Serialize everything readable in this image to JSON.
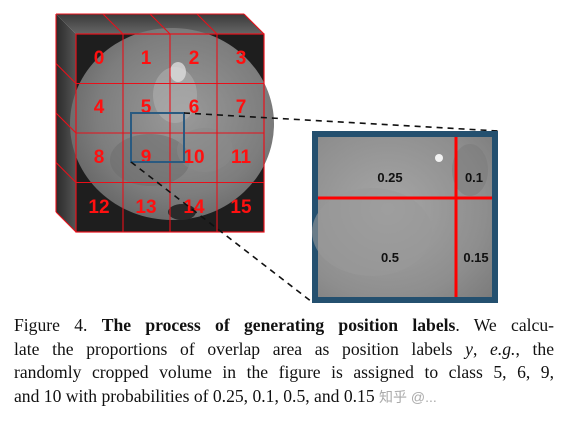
{
  "figure": {
    "grid_numbers": [
      "0",
      "1",
      "2",
      "3",
      "4",
      "5",
      "6",
      "7",
      "8",
      "9",
      "10",
      "11",
      "12",
      "13",
      "14",
      "15"
    ],
    "proportions": [
      "0.25",
      "0.1",
      "0.5",
      "0.15"
    ],
    "colors": {
      "grid": "#e8101a",
      "crop_box": "#2a5a80",
      "inset_border": "#24506f",
      "inset_lines": "#ff0000"
    }
  },
  "caption": {
    "label": "Figure 4.",
    "bold_title": "The process of generating position labels",
    "line1_rest": ". We calcu-",
    "line2_a": "late the proportions of overlap area as position labels ",
    "var_y": "y",
    "line2_b": ", ",
    "eg": "e.g.",
    "line2_c": ", the",
    "line3": "randomly cropped volume in the figure is assigned to class 5, 6, 9,",
    "line4": "and 10 with probabilities of 0.25, 0.1, 0.5, and 0.15"
  },
  "watermark": "知乎 @..."
}
